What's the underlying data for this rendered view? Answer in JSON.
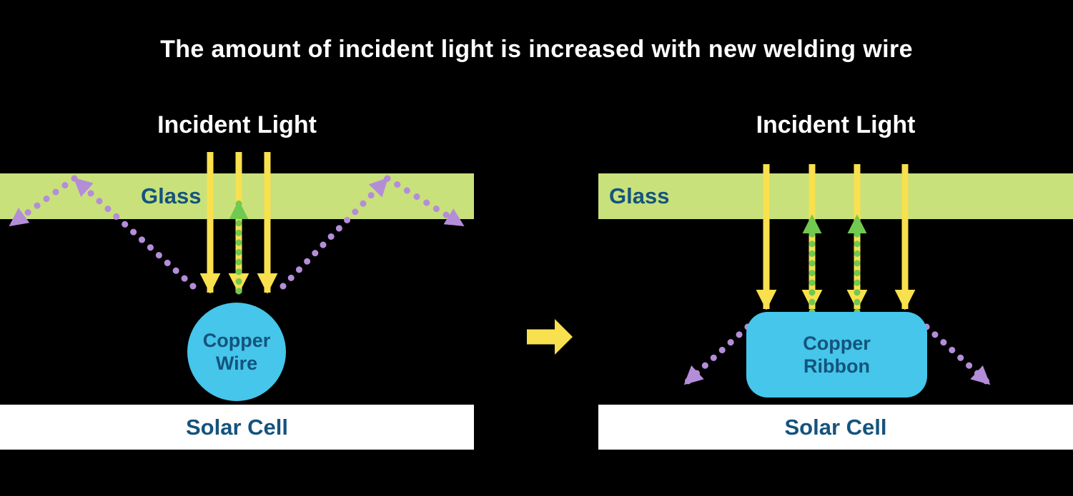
{
  "title": "The amount of incident light is increased with new welding wire",
  "colors": {
    "background": "#000000",
    "title_text": "#ffffff",
    "incident_light_text": "#ffffff",
    "diagram_label_text": "#14537d",
    "glass_fill": "#c9e17b",
    "solar_cell_fill": "#ffffff",
    "copper_fill": "#45c6ea",
    "yellow_arrow": "#f8e04e",
    "purple_arrow": "#b48dd9",
    "green_arrow": "#71c94f"
  },
  "left_panel": {
    "incident_light_label": "Incident Light",
    "glass_label": "Glass",
    "copper_label": {
      "line1": "Copper",
      "line2": "Wire"
    },
    "solar_cell_label": "Solar Cell"
  },
  "right_panel": {
    "incident_light_label": "Incident Light",
    "glass_label": "Glass",
    "copper_label": {
      "line1": "Copper",
      "line2": "Ribbon"
    },
    "solar_cell_label": "Solar Cell"
  }
}
